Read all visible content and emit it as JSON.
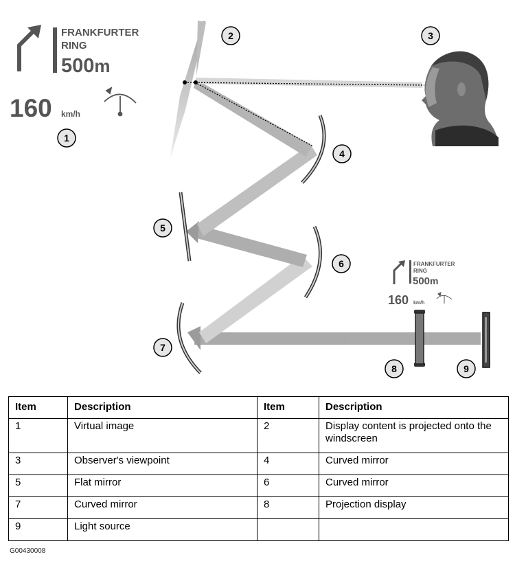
{
  "virtual_image": {
    "street_line1": "FRANKFURTER",
    "street_line2": "RING",
    "distance": "500",
    "distance_unit": "m",
    "speed": "160",
    "speed_unit": "km/h"
  },
  "callouts": [
    "1",
    "2",
    "3",
    "4",
    "5",
    "6",
    "7",
    "8",
    "9"
  ],
  "table": {
    "headers": [
      "Item",
      "Description",
      "Item",
      "Description"
    ],
    "rows": [
      [
        "1",
        "Virtual image",
        "2",
        "Display content is projected onto the windscreen"
      ],
      [
        "3",
        "Observer's viewpoint",
        "4",
        "Curved mirror"
      ],
      [
        "5",
        "Flat mirror",
        "6",
        "Curved mirror"
      ],
      [
        "7",
        "Curved mirror",
        "8",
        "Projection display"
      ],
      [
        "9",
        "Light source",
        "",
        ""
      ]
    ]
  },
  "reference_code": "G00430008"
}
